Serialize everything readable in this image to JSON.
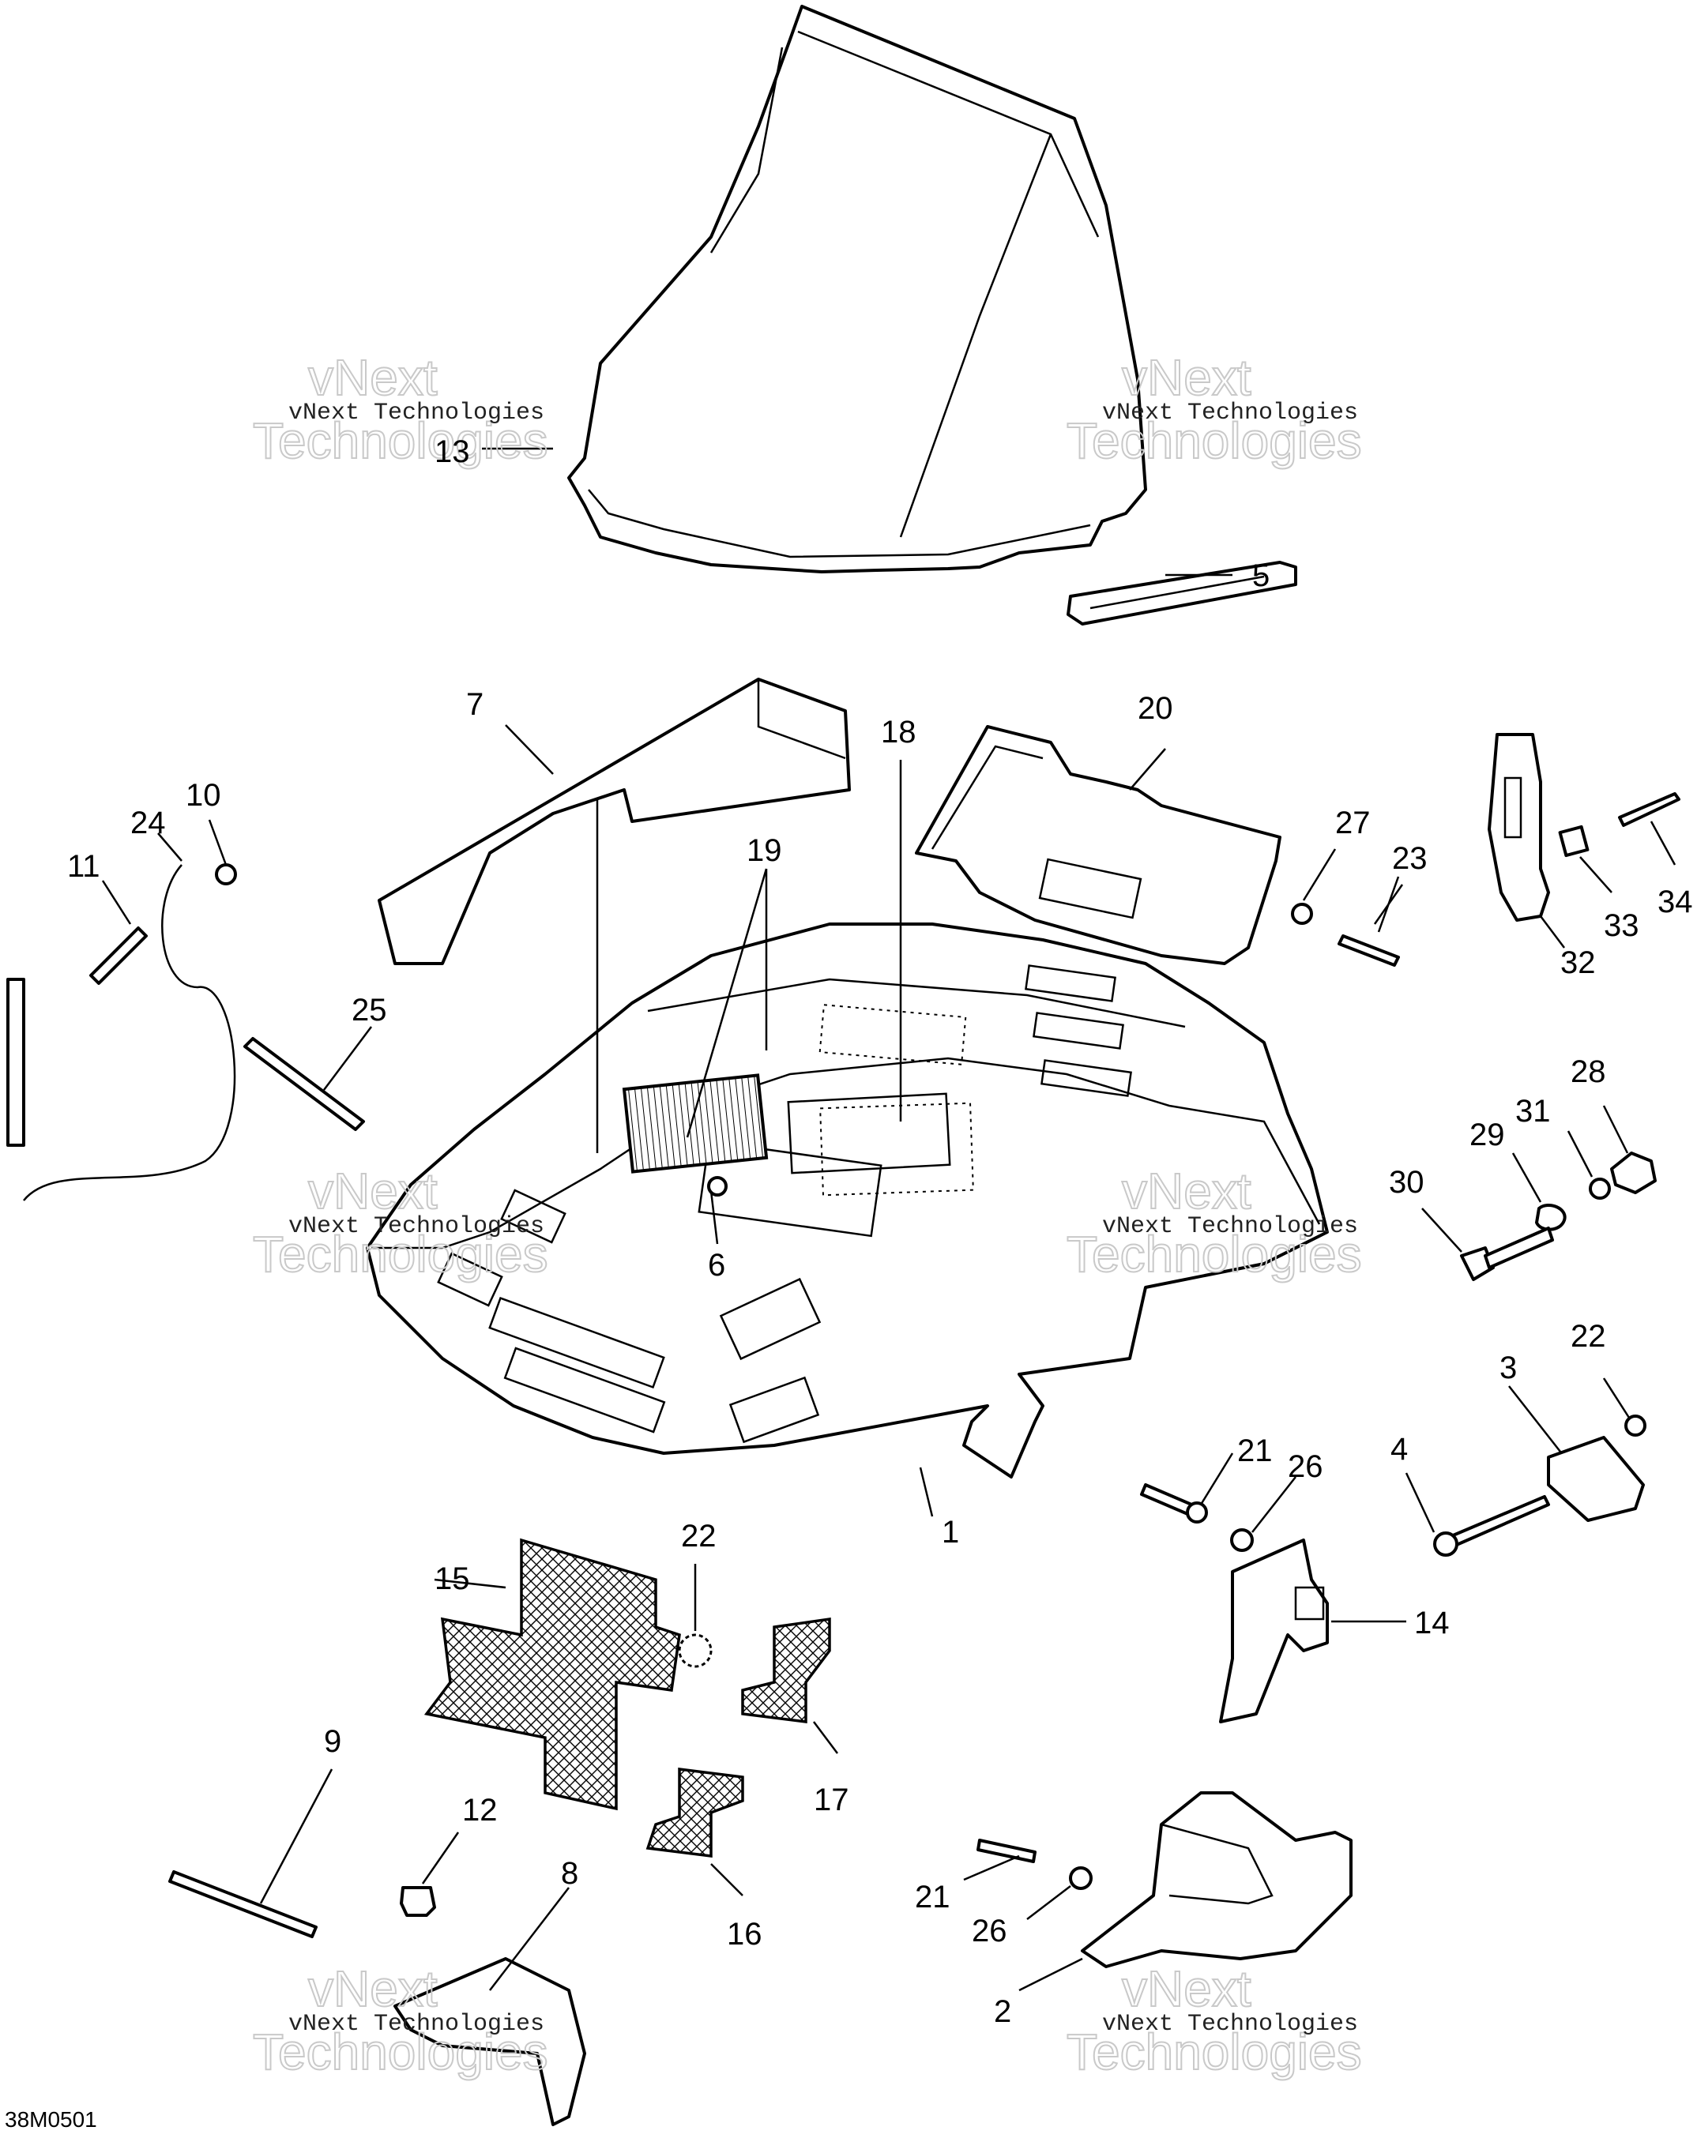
{
  "diagram": {
    "reference_code": "38M0501",
    "watermark": {
      "line1": "vNext Technologies",
      "line2": "vNext",
      "line3": "Technologies"
    },
    "callouts": {
      "c1": "1",
      "c2": "2",
      "c3": "3",
      "c4": "4",
      "c5": "5",
      "c6": "6",
      "c7": "7",
      "c8": "8",
      "c9": "9",
      "c10": "10",
      "c11": "11",
      "c12": "12",
      "c13": "13",
      "c14": "14",
      "c15": "15",
      "c16": "16",
      "c17": "17",
      "c18": "18",
      "c19": "19",
      "c20": "20",
      "c21a": "21",
      "c21b": "21",
      "c22a": "22",
      "c22b": "22",
      "c23": "23",
      "c24": "24",
      "c25": "25",
      "c26a": "26",
      "c26b": "26",
      "c27": "27",
      "c28": "28",
      "c29": "29",
      "c30": "30",
      "c31": "31",
      "c32": "32",
      "c33": "33",
      "c34": "34"
    }
  }
}
